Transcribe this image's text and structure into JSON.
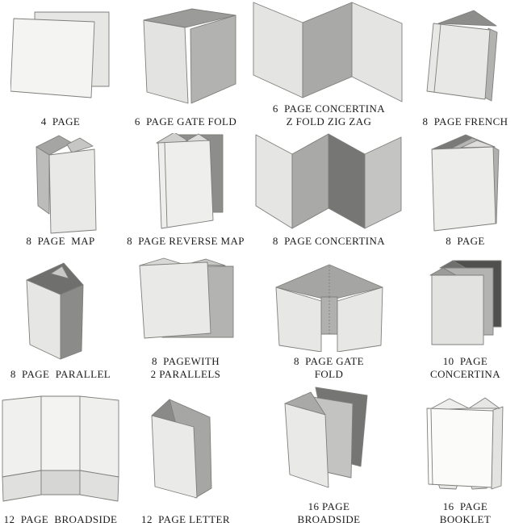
{
  "page": {
    "background": "#ffffff",
    "description_title": "Paper fold types reference diagram"
  },
  "palette": {
    "lightest": "#f4f4f2",
    "light": "#e6e6e4",
    "medium_light": "#c4c4c2",
    "medium": "#a9a9a7",
    "dark": "#8d8d8b",
    "darker": "#747472",
    "darkest": "#4f4f4d",
    "stroke": "#7e7e7b",
    "text": "#1b1b1b"
  },
  "grid": {
    "rows": 4,
    "cols": 4
  },
  "cells": [
    {
      "id": "4-page",
      "label": "4  PAGE"
    },
    {
      "id": "6-page-gate-fold",
      "label": "6  PAGE GATE FOLD"
    },
    {
      "id": "6-page-concertina",
      "label": "6  PAGE CONCERTINA\nZ FOLD ZIG ZAG"
    },
    {
      "id": "8-page-french",
      "label": "8  PAGE FRENCH"
    },
    {
      "id": "8-page-map",
      "label": "8  PAGE  MAP"
    },
    {
      "id": "8-page-reverse-map",
      "label": "8  PAGE REVERSE MAP"
    },
    {
      "id": "8-page-concertina",
      "label": "8  PAGE CONCERTINA"
    },
    {
      "id": "8-page",
      "label": "8  PAGE"
    },
    {
      "id": "8-page-parallel",
      "label": "8  PAGE  PARALLEL"
    },
    {
      "id": "8-page-with-2-parallels",
      "label": "8  PAGEWITH\n2 PARALLELS"
    },
    {
      "id": "8-page-gate-fold",
      "label": "8  PAGE GATE\nFOLD"
    },
    {
      "id": "10-page-concertina",
      "label": "10  PAGE\nCONCERTINA"
    },
    {
      "id": "12-page-broadside",
      "label": "12  PAGE  BROADSIDE"
    },
    {
      "id": "12-page-letter",
      "label": "12  PAGE LETTER"
    },
    {
      "id": "16-page-broadside",
      "label": "16 PAGE\nBROADSIDE"
    },
    {
      "id": "16-page-booklet",
      "label": "16  PAGE\nBOOKLET"
    }
  ]
}
